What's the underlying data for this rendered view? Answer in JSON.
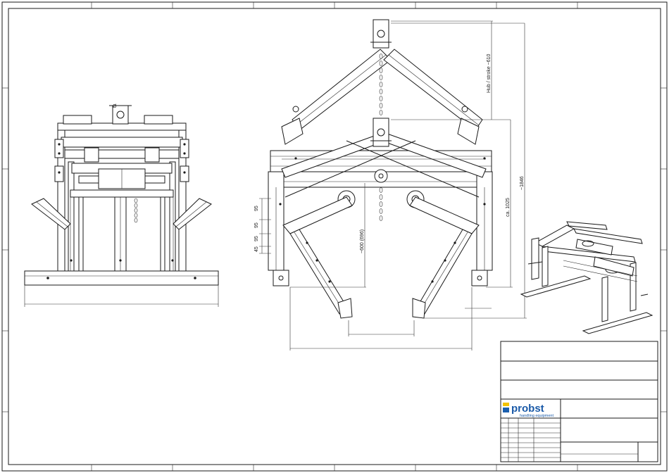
{
  "title_block": {
    "brand_name": "probst",
    "brand_tagline": "handling equipment",
    "brand_color": "#1b5fae",
    "accent_color": "#f2c200"
  },
  "dimensions": {
    "diameter_symbol": "Ø",
    "stroke_label": "Hub / stroke ~610",
    "height_label": "~1846",
    "ca_label": "ca. 1025",
    "opening_label": "~600 (696)",
    "d95_top": "95",
    "d95_mid": "95",
    "d95_low": "95",
    "d45": "45"
  }
}
